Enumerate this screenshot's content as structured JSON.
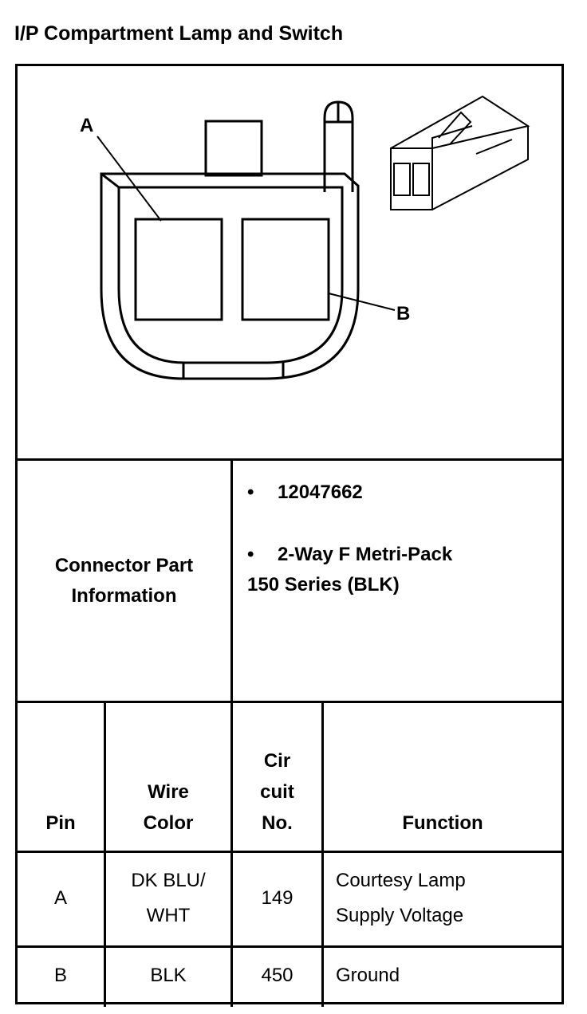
{
  "title": "I/P Compartment Lamp and Switch",
  "diagram": {
    "label_a": "A",
    "label_b": "B"
  },
  "connector_info": {
    "label_line1": "Connector Part",
    "label_line2": "Information",
    "bullet": "•",
    "part_number": "12047662",
    "description_line1": "2-Way F Metri-Pack",
    "description_line2": "150 Series (BLK)"
  },
  "table": {
    "headers": {
      "pin": "Pin",
      "wire_color_line1": "Wire",
      "wire_color_line2": "Color",
      "circuit_line1": "Cir",
      "circuit_line2": "cuit",
      "circuit_line3": "No.",
      "function": "Function"
    },
    "rows": [
      {
        "pin": "A",
        "wire_line1": "DK BLU/",
        "wire_line2": "WHT",
        "circuit": "149",
        "function_line1": "Courtesy Lamp",
        "function_line2": "Supply Voltage"
      },
      {
        "pin": "B",
        "wire_line1": "BLK",
        "wire_line2": "",
        "circuit": "450",
        "function_line1": "Ground",
        "function_line2": ""
      }
    ]
  }
}
